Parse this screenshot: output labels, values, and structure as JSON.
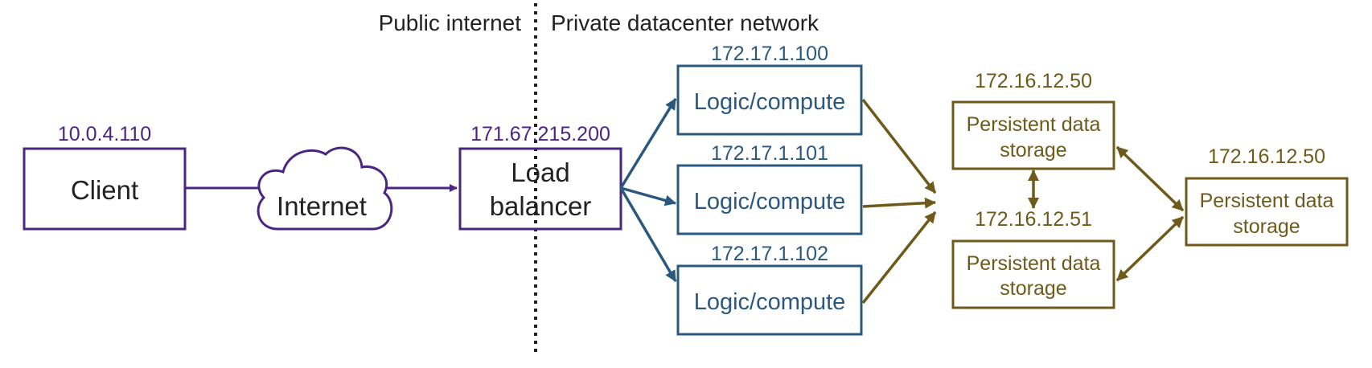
{
  "colors": {
    "client": "#4a2582",
    "compute": "#2b587e",
    "storage": "#6e5a1a",
    "text": "#222222"
  },
  "zones": {
    "public_label": "Public internet",
    "private_label": "Private datacenter network"
  },
  "client": {
    "label": "Client",
    "ip": "10.0.4.110"
  },
  "internet": {
    "label": "Internet"
  },
  "load_balancer": {
    "line1": "Load",
    "line2": "balancer",
    "ip": "171.67.215.200"
  },
  "compute": [
    {
      "label": "Logic/compute",
      "ip": "172.17.1.100"
    },
    {
      "label": "Logic/compute",
      "ip": "172.17.1.101"
    },
    {
      "label": "Logic/compute",
      "ip": "172.17.1.102"
    }
  ],
  "storage": [
    {
      "line1": "Persistent data",
      "line2": "storage",
      "ip": "172.16.12.50"
    },
    {
      "line1": "Persistent data",
      "line2": "storage",
      "ip": "172.16.12.51"
    },
    {
      "line1": "Persistent data",
      "line2": "storage",
      "ip": "172.16.12.50"
    }
  ]
}
